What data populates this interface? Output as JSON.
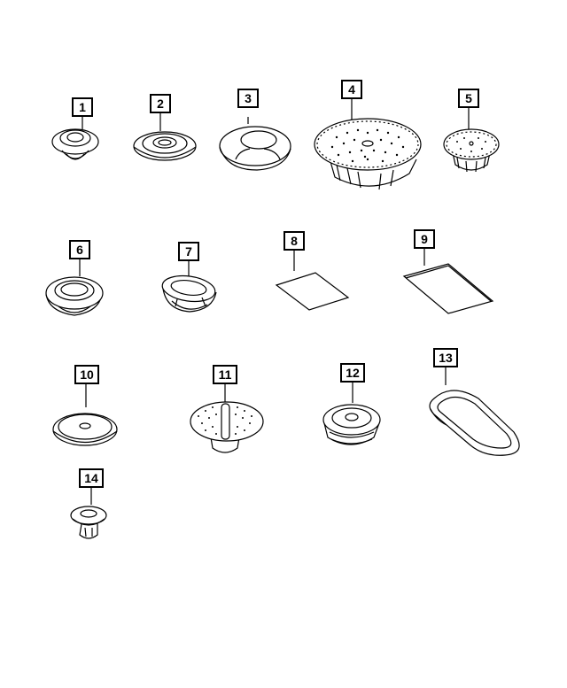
{
  "colors": {
    "line": "#000000",
    "background": "#ffffff"
  },
  "parts": [
    {
      "number": "1",
      "shape": "small-grommet"
    },
    {
      "number": "2",
      "shape": "flat-grommet"
    },
    {
      "number": "3",
      "shape": "oval-ring-grommet"
    },
    {
      "number": "4",
      "shape": "large-oval-dotted-plug"
    },
    {
      "number": "5",
      "shape": "round-dotted-plug"
    },
    {
      "number": "6",
      "shape": "round-grommet"
    },
    {
      "number": "7",
      "shape": "oval-grommet"
    },
    {
      "number": "8",
      "shape": "patch"
    },
    {
      "number": "9",
      "shape": "patch"
    },
    {
      "number": "10",
      "shape": "flat-round-plug"
    },
    {
      "number": "11",
      "shape": "oval-dotted-plug"
    },
    {
      "number": "12",
      "shape": "round-grommet-deep"
    },
    {
      "number": "13",
      "shape": "oval-gasket"
    },
    {
      "number": "14",
      "shape": "push-pin-plug"
    }
  ]
}
